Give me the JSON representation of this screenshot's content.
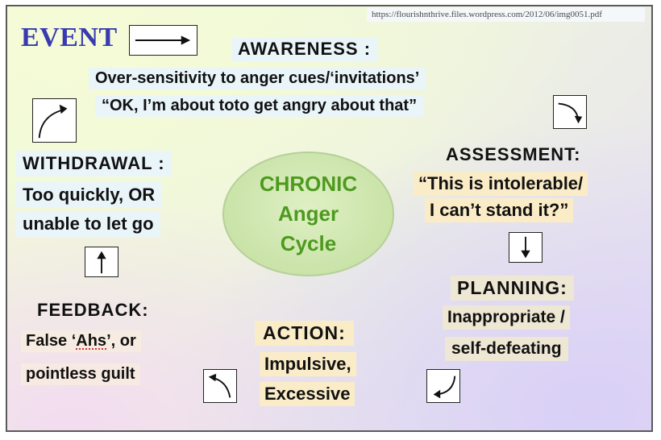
{
  "source_url": "https://flourishnthrive.files.wordpress.com/2012/06/img0051.pdf",
  "event": "EVENT",
  "center": {
    "line1": "CHRONIC",
    "line2": "Anger",
    "line3": "Cycle"
  },
  "awareness": {
    "title": "AWARENESS :",
    "line1": "Over-sensitivity to anger cues/‘invitations’",
    "line2": "“OK, I’m about toto get angry about that”"
  },
  "assessment": {
    "title": "ASSESSMENT:",
    "line1": "“This is intolerable/",
    "line2": "I can’t stand it?”"
  },
  "planning": {
    "title": "PLANNING:",
    "line1": "Inappropriate /",
    "line2": "self-defeating"
  },
  "action": {
    "title": "ACTION:",
    "line1": "Impulsive,",
    "line2": "Excessive"
  },
  "feedback": {
    "title": "FEEDBACK:",
    "line1_pre": "False ‘",
    "line1_ahs": "Ahs",
    "line1_post": "’, or",
    "line2": "pointless guilt"
  },
  "withdrawal": {
    "title": "WITHDRAWAL :",
    "line1": "Too quickly, OR",
    "line2": "unable to let go"
  },
  "colors": {
    "event_text": "#3a3ab0",
    "cycle_text": "#4d9a1f",
    "ellipse_fill": "#c9e3a8"
  }
}
